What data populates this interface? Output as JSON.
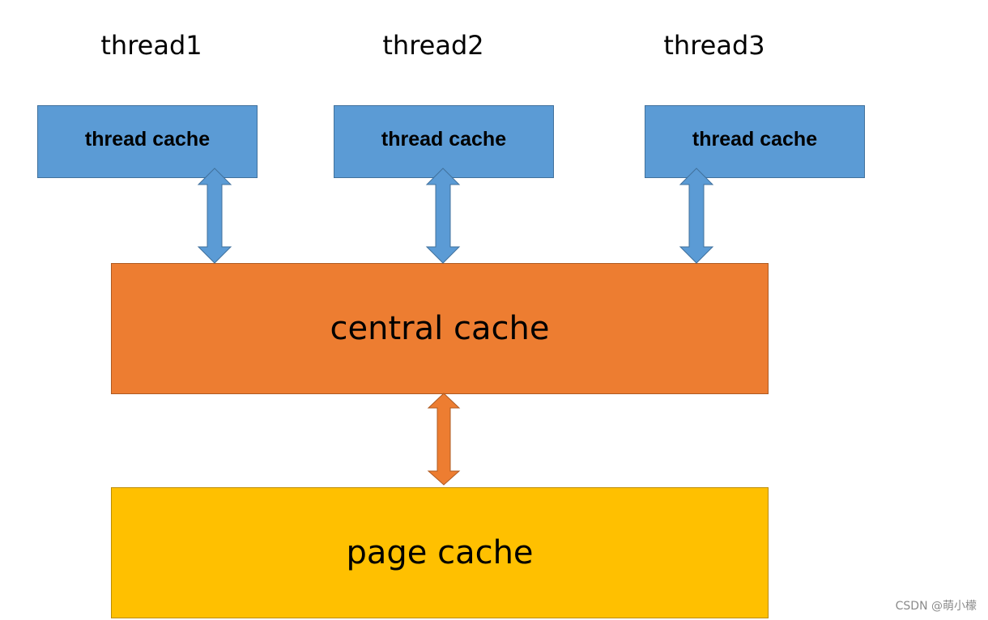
{
  "threads": [
    {
      "label": "thread1",
      "cache_label": "thread cache"
    },
    {
      "label": "thread2",
      "cache_label": "thread cache"
    },
    {
      "label": "thread3",
      "cache_label": "thread cache"
    }
  ],
  "central_cache": {
    "label": "central cache"
  },
  "page_cache": {
    "label": "page cache"
  },
  "watermark": "CSDN @萌小檬",
  "colors": {
    "thread_cache": "#5b9bd5",
    "central_cache": "#ed7d31",
    "page_cache": "#ffc000",
    "arrow_blue": "#5b9bd5",
    "arrow_orange": "#ed7d31"
  }
}
